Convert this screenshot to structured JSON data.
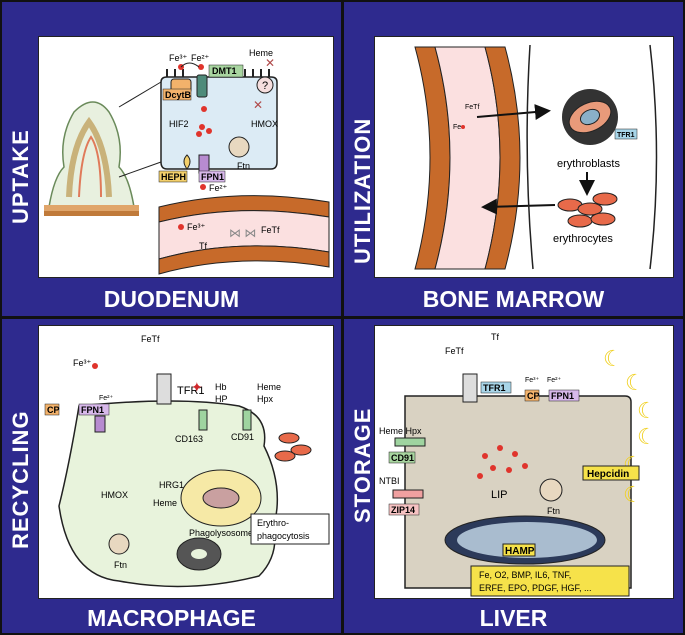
{
  "quadrants": {
    "uptake": {
      "side": "UPTAKE",
      "bottom": "DUODENUM"
    },
    "utilization": {
      "side": "UTILIZATION",
      "bottom": "BONE MARROW"
    },
    "recycling": {
      "side": "RECYCLING",
      "bottom": "MACROPHAGE"
    },
    "storage": {
      "side": "STORAGE",
      "bottom": "LIVER"
    }
  },
  "duodenum": {
    "fe3": "Fe³⁺",
    "fe2": "Fe²⁺",
    "heme": "Heme",
    "dmt1": "DMT1",
    "dcytb": "DcytB",
    "hif2": "HIF2",
    "hmox": "HMOX",
    "ftn": "Ftn",
    "heph": "HEPH",
    "fpn1": "FPN1",
    "fe2_out": "Fe²⁺",
    "fe3_vessel": "Fe³⁺",
    "tf": "Tf",
    "fetf": "FeTf",
    "question": "?"
  },
  "marrow": {
    "fetf": "FeTf",
    "fe": "Fe",
    "tfr1": "TFR1",
    "erythroblasts": "erythroblasts",
    "erythrocytes": "erythrocytes"
  },
  "macrophage": {
    "fetf": "FeTf",
    "fe3": "Fe³⁺",
    "cp": "CP",
    "fe2": "Fe²⁺",
    "fpn1": "FPN1",
    "tfr1": "TFR1",
    "hb": "Hb",
    "hp": "HP",
    "heme_top": "Heme",
    "hpx": "Hpx",
    "cd163": "CD163",
    "cd91": "CD91",
    "hmox": "HMOX",
    "hrg1": "HRG1",
    "heme": "Heme",
    "phagolysosome": "Phagolysosome",
    "erythro1": "Erythro-",
    "erythro2": "phagocytosis",
    "ftn": "Ftn"
  },
  "liver": {
    "tf": "Tf",
    "fetf": "FeTf",
    "tfr1": "TFR1",
    "fe3": "Fe³⁺",
    "fe2": "Fe²⁺",
    "cp": "CP",
    "fpn1": "FPN1",
    "heme_hpx": "Heme Hpx",
    "cd91": "CD91",
    "ntbi": "NTBI",
    "zip14": "ZIP14",
    "lip": "LIP",
    "ftn": "Ftn",
    "hepcidin": "Hepcidin",
    "hamp": "HAMP",
    "regulators1": "Fe, O2, BMP, IL6, TNF,",
    "regulators2": "ERFE, EPO, PDGF, HGF, ..."
  }
}
